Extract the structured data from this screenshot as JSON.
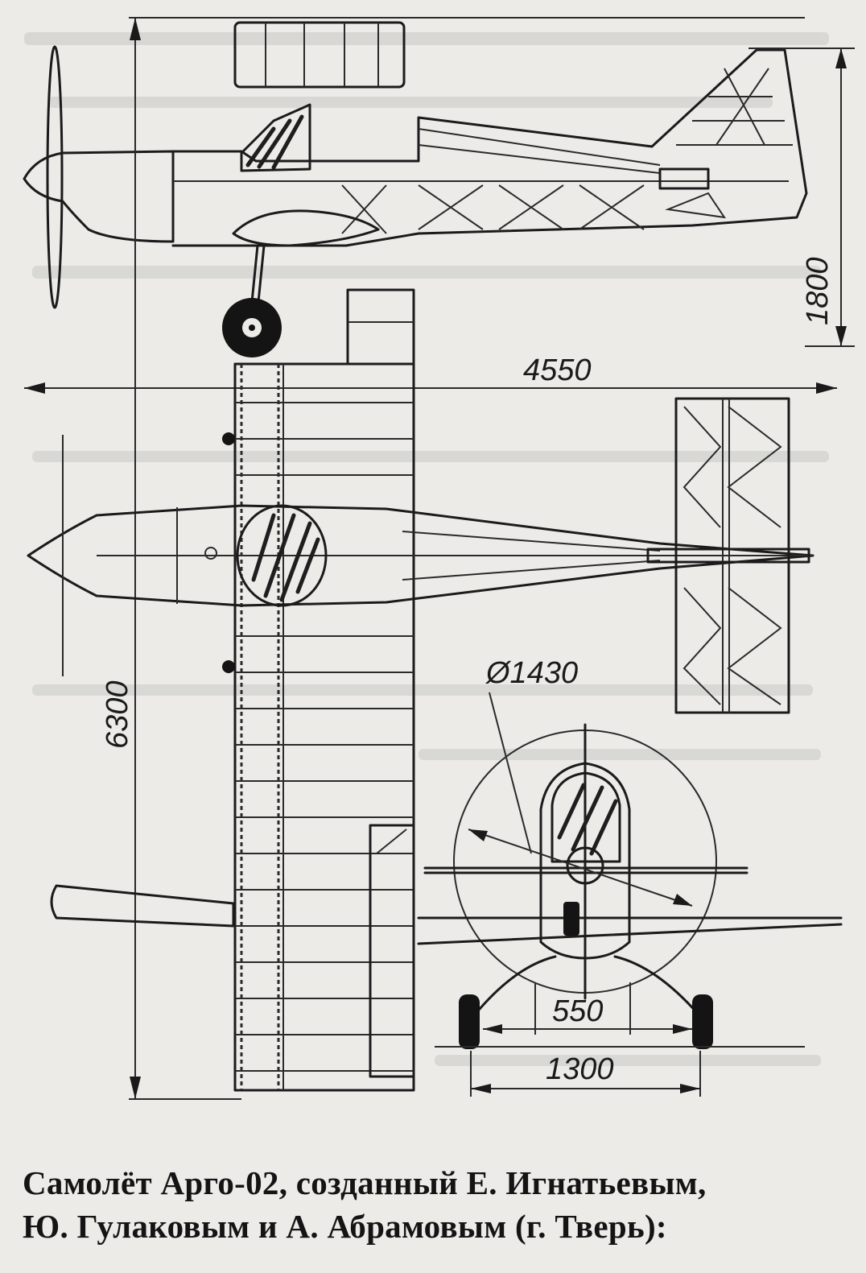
{
  "drawing": {
    "views": [
      "side-view",
      "top-view",
      "front-view"
    ],
    "dimensions": {
      "length": "4550",
      "height": "1800",
      "wingspan": "6300",
      "propeller_diameter": "Ø1430",
      "track_inner": "550",
      "track_outer": "1300"
    }
  },
  "caption": {
    "line1": "Самолёт Арго-02, созданный Е. Игнатьевым,",
    "line2": "Ю. Гулаковым и А. Абрамовым (г. Тверь):"
  }
}
